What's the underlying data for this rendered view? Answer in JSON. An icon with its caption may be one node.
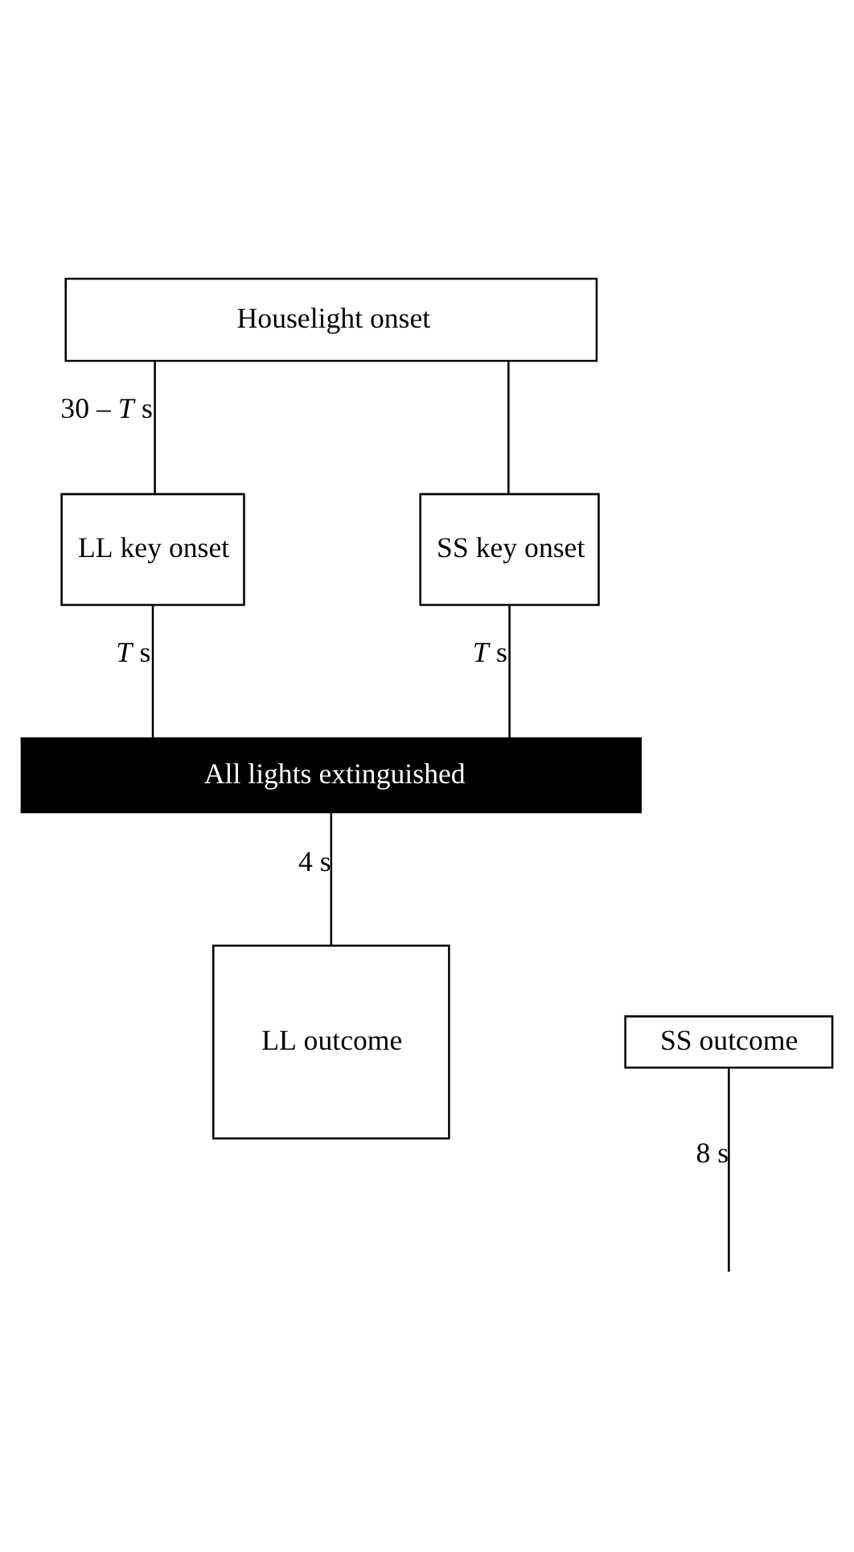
{
  "diagram": {
    "nodes": [
      {
        "text": [
          "Houselight onset"
        ]
      },
      {
        "text": [
          "LL key onset"
        ]
      },
      {
        "text": [
          "SS key onset"
        ]
      },
      {
        "text": [
          "All lights extinguished"
        ]
      },
      {
        "text": [
          "SS outcome"
        ]
      },
      {
        "text": [
          "LL outcome"
        ]
      }
    ],
    "edges": [
      {
        "from": 0,
        "to": 1,
        "arrow": "none",
        "label": "30 – *T* s"
      },
      {
        "from": 0,
        "to": 2,
        "arrow": "none"
      },
      {
        "from": 1,
        "to": 3,
        "arrow": "none",
        "label": "*T* s"
      },
      {
        "from": 2,
        "to": 3,
        "arrow": "none",
        "label": "*T* s"
      },
      {
        "from": 3,
        "to": 5,
        "arrow": "none",
        "label": "4 s"
      },
      {
        "from": 4,
        "to": null,
        "arrow": "none",
        "label": "8 s"
      }
    ]
  }
}
